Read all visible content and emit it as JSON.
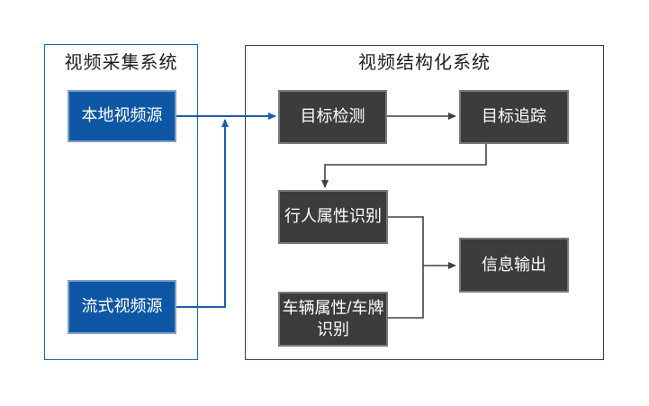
{
  "diagram": {
    "groups": [
      {
        "id": "video-collection-system",
        "title": "视频采集系统"
      },
      {
        "id": "video-structuring-system",
        "title": "视频结构化系统"
      }
    ],
    "nodes": [
      {
        "id": "local-video-source",
        "label": "本地视频源",
        "type": "source"
      },
      {
        "id": "stream-video-source",
        "label": "流式视频源",
        "type": "source"
      },
      {
        "id": "object-detection",
        "label": "目标检测",
        "type": "process"
      },
      {
        "id": "object-tracking",
        "label": "目标追踪",
        "type": "process"
      },
      {
        "id": "pedestrian-attribute-recognition",
        "label": "行人属性识别",
        "type": "process"
      },
      {
        "id": "vehicle-attribute-plate-recognition",
        "label": "车辆属性/车牌识别",
        "type": "process"
      },
      {
        "id": "info-output",
        "label": "信息输出",
        "type": "process"
      }
    ],
    "edges": [
      {
        "from": "本地视频源",
        "to": "目标检测",
        "color": "blue"
      },
      {
        "from": "流式视频源",
        "to": "目标检测",
        "color": "blue"
      },
      {
        "from": "目标检测",
        "to": "目标追踪",
        "color": "dark"
      },
      {
        "from": "目标追踪",
        "to": "行人属性识别",
        "color": "dark"
      },
      {
        "from": "行人属性识别",
        "to": "信息输出",
        "color": "dark"
      },
      {
        "from": "车辆属性/车牌识别",
        "to": "信息输出",
        "color": "dark"
      }
    ],
    "colors": {
      "background": "#ffffff",
      "title_text": "#1f1f1f",
      "node_text": "#ffffff",
      "source_fill": "#0e57a5",
      "source_border": "#7e9dc8",
      "blue_line": "#1e5da6",
      "collection_border": "#2265ae",
      "process_fill": "#3a3c3e",
      "process_border": "#77797c",
      "structuring_border": "#3f3f3f",
      "dark_line": "#404040"
    }
  }
}
